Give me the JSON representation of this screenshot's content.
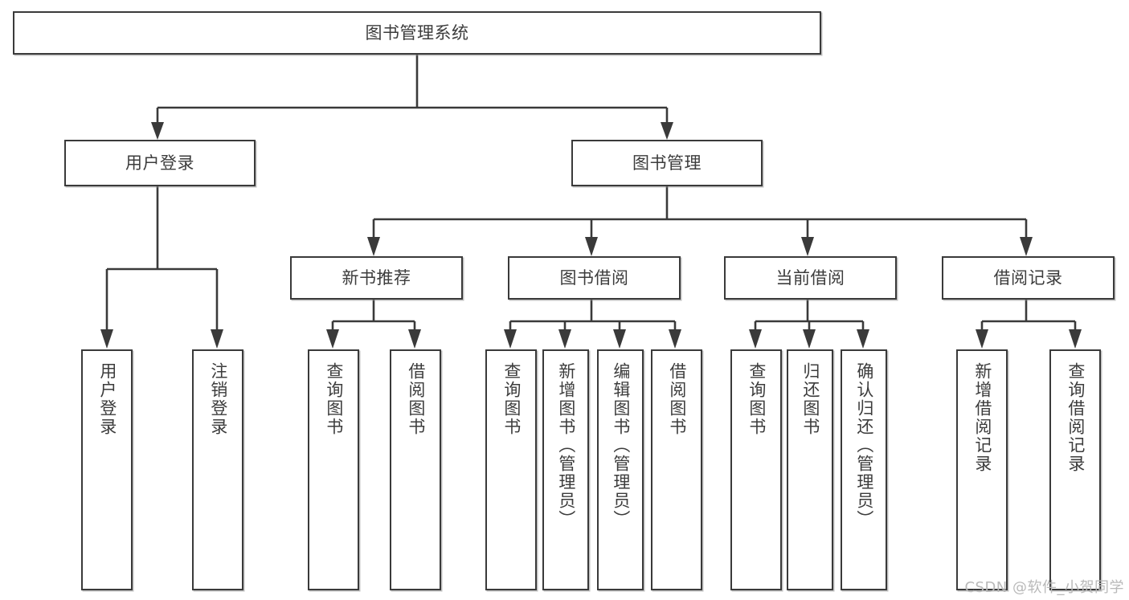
{
  "diagram": {
    "type": "tree",
    "title": "图书管理系统",
    "background_color": "#ffffff",
    "line_color": "#3a3a3a",
    "text_color": "#3c3c3c"
  },
  "root": {
    "label": "图书管理系统"
  },
  "level2": [
    {
      "label": "用户登录"
    },
    {
      "label": "图书管理"
    }
  ],
  "level3": [
    {
      "label": "新书推荐"
    },
    {
      "label": "图书借阅"
    },
    {
      "label": "当前借阅"
    },
    {
      "label": "借阅记录"
    }
  ],
  "leaves": {
    "user_login": [
      {
        "label": "用户登录"
      },
      {
        "label": "注销登录"
      }
    ],
    "new_book": [
      {
        "label": "查询图书"
      },
      {
        "label": "借阅图书"
      }
    ],
    "book_borrow": [
      {
        "label": "查询图书"
      },
      {
        "label": "新增图书（管理员）"
      },
      {
        "label": "编辑图书（管理员）"
      },
      {
        "label": "借阅图书"
      }
    ],
    "current_borrow": [
      {
        "label": "查询图书"
      },
      {
        "label": "归还图书"
      },
      {
        "label": "确认归还（管理员）"
      }
    ],
    "borrow_record": [
      {
        "label": "新增借阅记录"
      },
      {
        "label": "查询借阅记录"
      }
    ]
  },
  "watermark": {
    "text": "CSDN @软件_小贺同学"
  }
}
